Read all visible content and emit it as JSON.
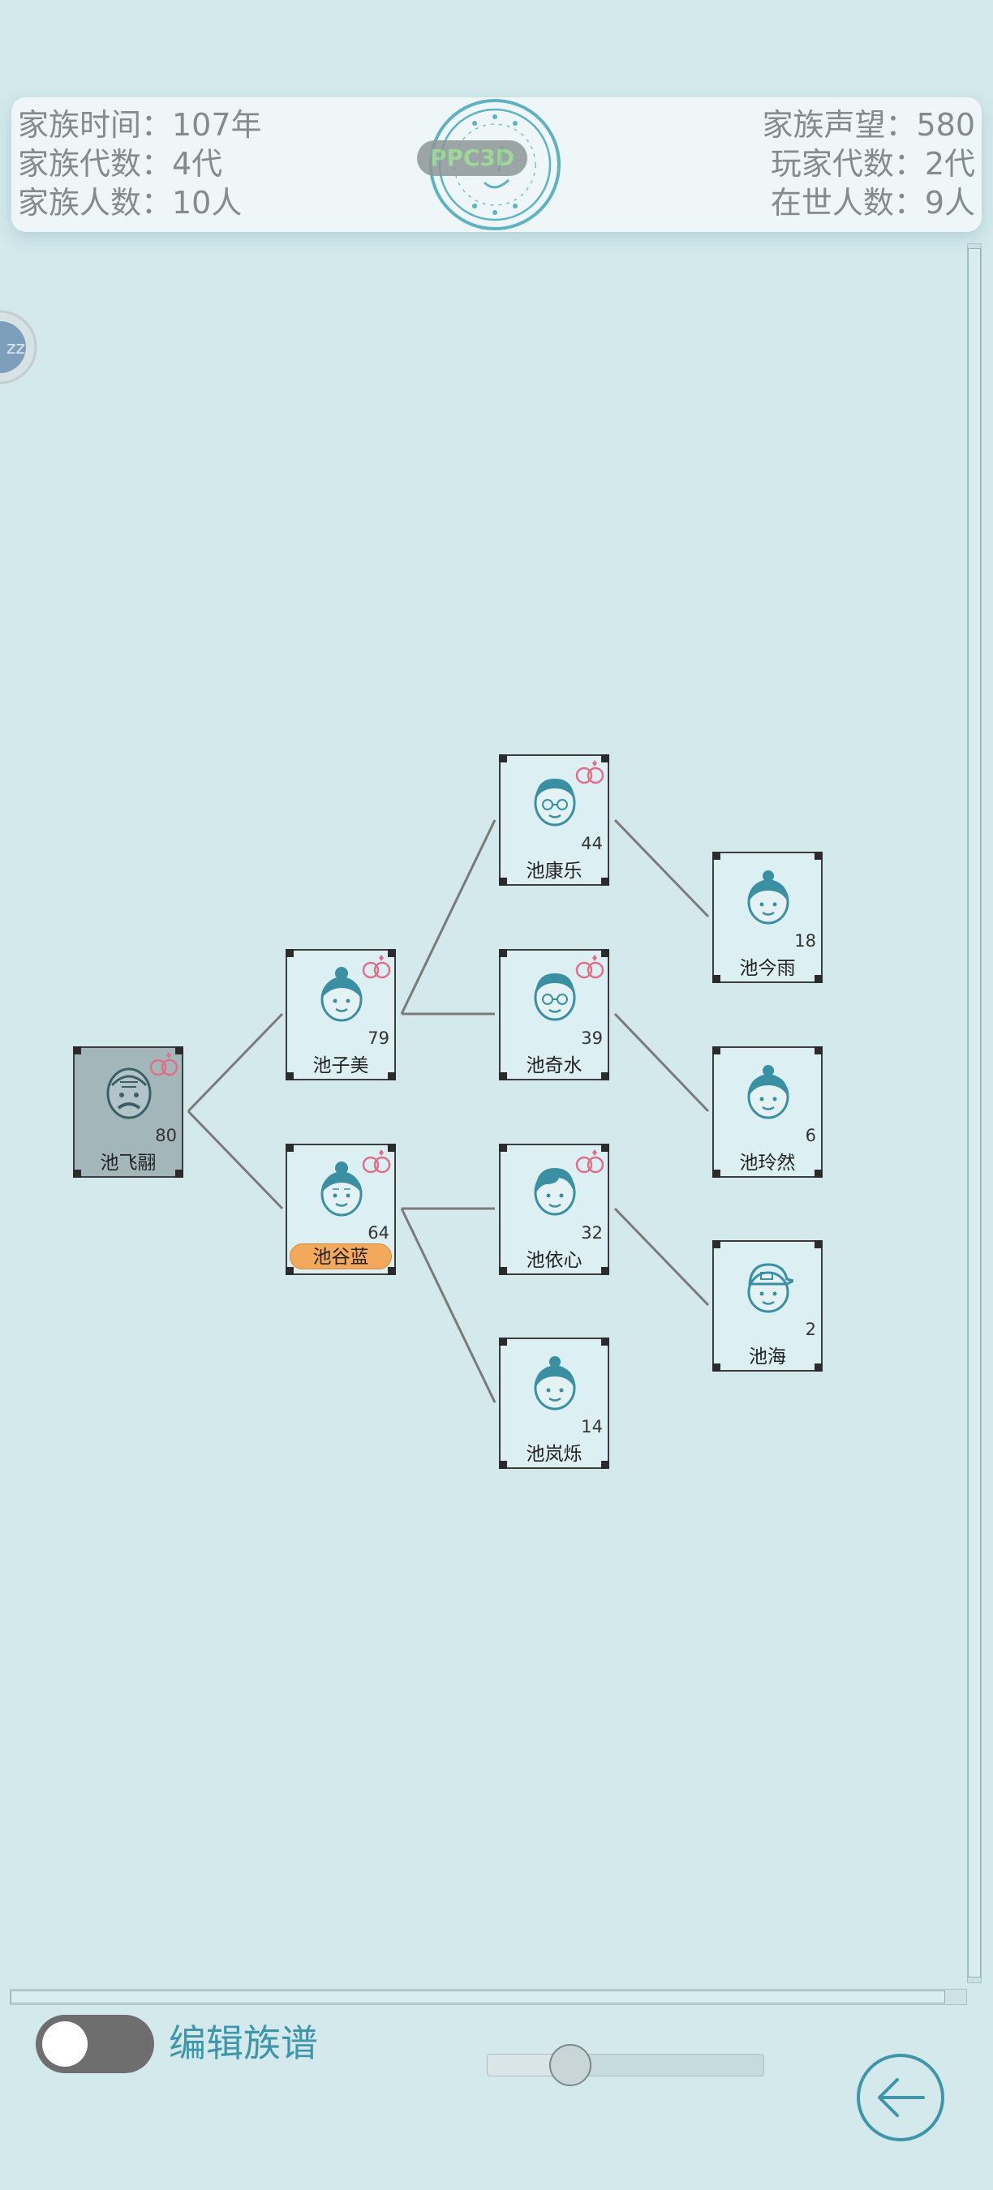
{
  "header": {
    "family_time": "家族时间：107年",
    "family_generations": "家族代数：4代",
    "family_members": "家族人数：10人",
    "reputation": "家族声望：580",
    "player_generations": "玩家代数：2代",
    "living_members": "在世人数：9人",
    "seal_pill_text": "PPC3D"
  },
  "side_badge_text": "zz",
  "tree": {
    "nodes": [
      {
        "id": "n1",
        "name": "池飞翮",
        "age": "80"
      },
      {
        "id": "n2",
        "name": "池子美",
        "age": "79"
      },
      {
        "id": "n3",
        "name": "池谷蓝",
        "age": "64"
      },
      {
        "id": "n4",
        "name": "池康乐",
        "age": "44"
      },
      {
        "id": "n5",
        "name": "池奇水",
        "age": "39"
      },
      {
        "id": "n6",
        "name": "池依心",
        "age": "32"
      },
      {
        "id": "n7",
        "name": "池岚烁",
        "age": "14"
      },
      {
        "id": "n8",
        "name": "池今雨",
        "age": "18"
      },
      {
        "id": "n9",
        "name": "池玲然",
        "age": "6"
      },
      {
        "id": "n10",
        "name": "池海",
        "age": "2"
      }
    ]
  },
  "footer": {
    "edit_label": "编辑族谱",
    "edit_toggle_on": false,
    "zoom_level": 0.3
  },
  "colors": {
    "background": "#d3e9ec",
    "accent": "#3e96a8",
    "highlight": "#f2a95c",
    "marriage": "#e0708a"
  },
  "icons": {
    "marriage": "rings-icon",
    "back": "back-arrow-icon"
  }
}
